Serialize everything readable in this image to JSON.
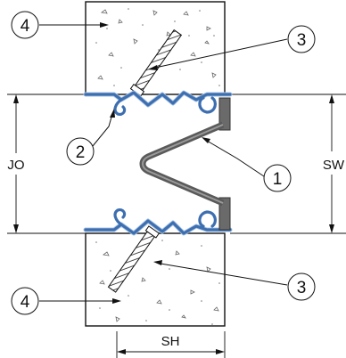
{
  "callouts": {
    "c1": "1",
    "c2": "2",
    "c3_top": "3",
    "c3_bottom": "3",
    "c4_top": "4",
    "c4_bottom": "4"
  },
  "dimensions": {
    "jo": "JO",
    "sw": "SW",
    "sh": "SH"
  },
  "colors": {
    "rail": "#3d6fb0",
    "rail_fill": "#aac4e6",
    "seal": "#5a5a5a",
    "concrete": "#ffffff",
    "line": "#111111"
  }
}
